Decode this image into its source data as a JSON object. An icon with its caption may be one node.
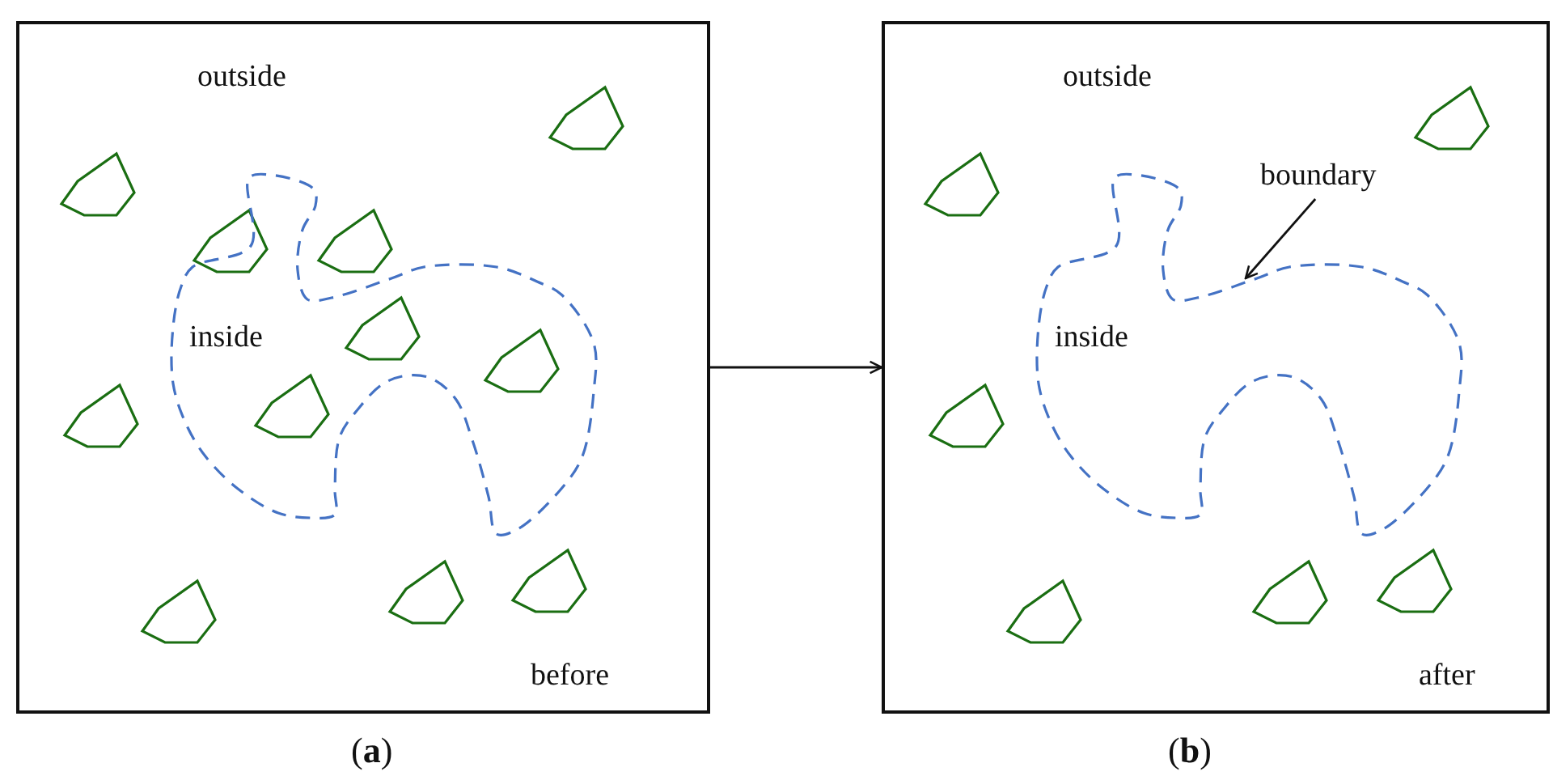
{
  "diagram": {
    "nodes": [
      {
        "text": [
          "outside",
          "before"
        ],
        "beside": [
          "(**a**)"
        ]
      },
      {
        "text": [
          "inside"
        ],
        "in": 0
      },
      {
        "text": [
          "outside",
          "after"
        ],
        "beside": [
          "(**b**)"
        ]
      },
      {
        "text": [
          "inside"
        ],
        "in": 2
      },
      {
        "text": [
          "boundary"
        ],
        "in": 2
      }
    ],
    "edges": [
      {
        "from": 0,
        "to": 2,
        "arrow": "to"
      },
      {
        "from": 4,
        "to": 3,
        "arrow": "to"
      }
    ]
  }
}
